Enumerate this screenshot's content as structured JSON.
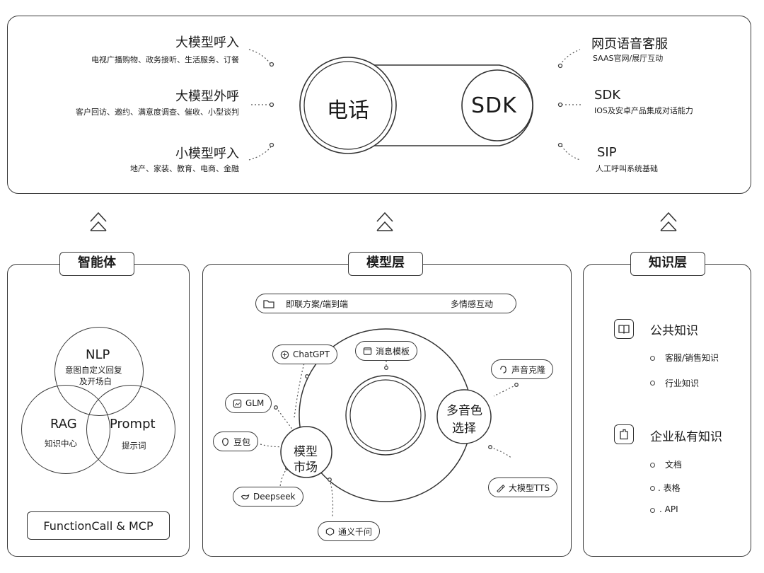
{
  "top": {
    "left_items": [
      {
        "title": "大模型呼入",
        "desc": "电视广播购物、政务接听、生活服务、订餐"
      },
      {
        "title": "大模型外呼",
        "desc": "客户回访、邀约、满意度调查、催收、小型谈判"
      },
      {
        "title": "小模型呼入",
        "desc": "地产、家装、教育、电商、金融"
      }
    ],
    "right_items": [
      {
        "title": "网页语音客服",
        "desc": "SAAS官网/展厅互动"
      },
      {
        "title": "SDK",
        "desc": "IOS及安卓产品集成对话能力"
      },
      {
        "title": "SIP",
        "desc": "人工呼叫系统基础"
      }
    ],
    "center_left": "电话",
    "center_right": "SDK"
  },
  "agent": {
    "header": "智能体",
    "nlp_title": "NLP",
    "nlp_desc_1": "意图自定义回复",
    "nlp_desc_2": "及开场白",
    "rag_title": "RAG",
    "rag_desc": "知识中心",
    "prompt_title": "Prompt",
    "prompt_desc": "提示词",
    "function_btn": "FunctionCall & MCP"
  },
  "model": {
    "header": "模型层",
    "top_bar_left": "即联方案/端到端",
    "top_bar_right": "多情感互动",
    "market_1": "模型",
    "market_2": "市场",
    "voice_1": "多音色",
    "voice_2": "选择",
    "pills": {
      "chatgpt": "ChatGPT",
      "template": "消息模板",
      "clone": "声音克隆",
      "glm": "GLM",
      "doubao": "豆包",
      "tts": "大模型TTS",
      "deepseek": "Deepseek",
      "tongyi": "通义千问"
    }
  },
  "knowledge": {
    "header": "知识层",
    "public_title": "公共知识",
    "public_items": [
      "客服/销售知识",
      "行业知识"
    ],
    "private_title": "企业私有知识",
    "private_items": [
      "文档",
      ". 表格",
      ". API"
    ]
  }
}
